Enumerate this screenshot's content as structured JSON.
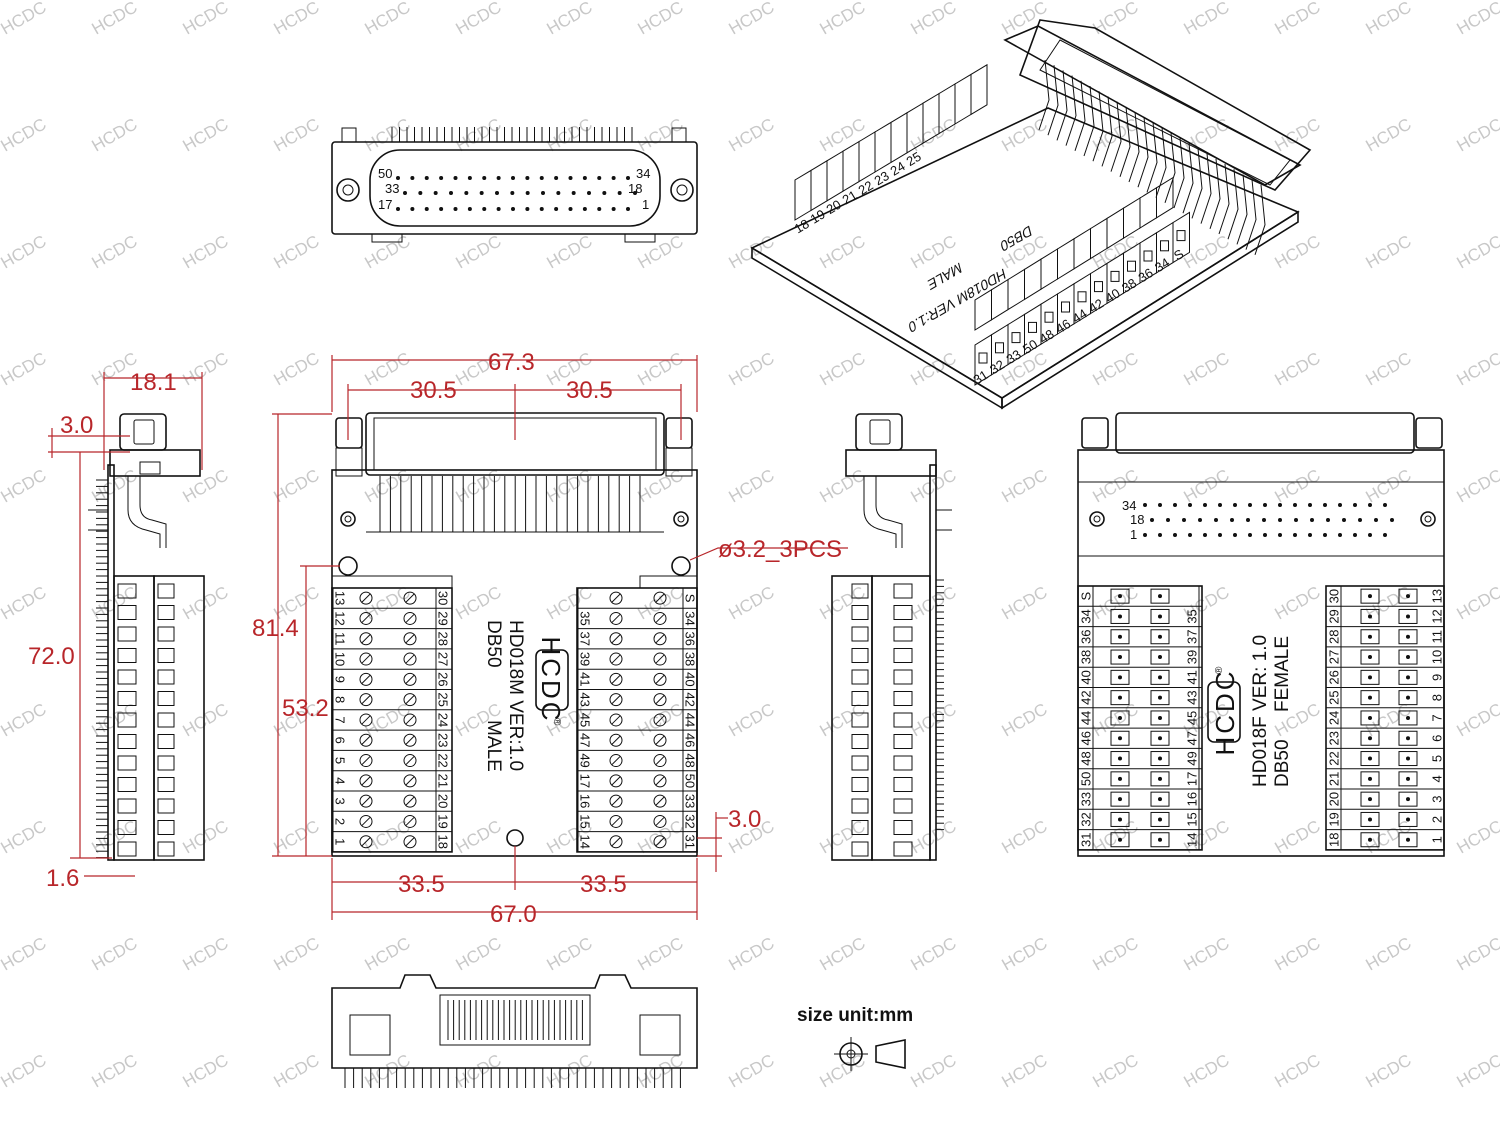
{
  "watermark": "HCDC",
  "colors": {
    "dimension": "#b8262a",
    "line": "#111111",
    "watermark": "#c8c8c8"
  },
  "legend": {
    "size_unit": "size unit:mm"
  },
  "connector_front": {
    "pins_top": [
      "50",
      "34",
      "33",
      "18",
      "17",
      "1"
    ]
  },
  "dimensions": {
    "side_width": "18.1",
    "side_offset": "3.0",
    "side_height": "72.0",
    "side_bottom": "1.6",
    "overall_width": "67.3",
    "half_a": "30.5",
    "half_b": "30.5",
    "overall_height": "81.4",
    "lower_height": "53.2",
    "hole": "ø3.2_3PCS",
    "edge_offset": "3.0",
    "bottom_a": "33.5",
    "bottom_b": "33.5",
    "bottom_width": "67.0"
  },
  "male_board": {
    "brand": "HCDC",
    "registered": "®",
    "model": "HD018M VER:1.0",
    "type": "DB50",
    "gender": "MALE",
    "left_terminals_col1": [
      "13",
      "12",
      "11",
      "10",
      "9",
      "8",
      "7",
      "6",
      "5",
      "4",
      "3",
      "2",
      "1"
    ],
    "left_terminals_col2": [
      "30",
      "29",
      "28",
      "27",
      "26",
      "25",
      "24",
      "23",
      "22",
      "21",
      "20",
      "19",
      "18"
    ],
    "right_terminals_col1": [
      "35",
      "37",
      "39",
      "41",
      "43",
      "45",
      "47",
      "49",
      "17",
      "16",
      "15",
      "14"
    ],
    "right_terminals_col2": [
      "S",
      "34",
      "36",
      "38",
      "40",
      "42",
      "44",
      "46",
      "48",
      "50",
      "33",
      "32",
      "31"
    ]
  },
  "female_board": {
    "brand": "HCDC",
    "registered": "®",
    "model": "HD018F VER: 1.0",
    "type": "DB50",
    "gender": "FEMALE",
    "header_pins": [
      "34",
      "18",
      "1"
    ],
    "left_terminals_col1": [
      "S",
      "34",
      "36",
      "38",
      "40",
      "42",
      "44",
      "46",
      "48",
      "50",
      "33",
      "32",
      "31"
    ],
    "left_terminals_col2": [
      "35",
      "37",
      "39",
      "41",
      "43",
      "45",
      "47",
      "49",
      "17",
      "16",
      "15",
      "14"
    ],
    "right_terminals_col1": [
      "30",
      "29",
      "28",
      "27",
      "26",
      "25",
      "24",
      "23",
      "22",
      "21",
      "20",
      "19",
      "18"
    ],
    "right_terminals_col2": [
      "13",
      "12",
      "11",
      "10",
      "9",
      "8",
      "7",
      "6",
      "5",
      "4",
      "3",
      "2",
      "1"
    ]
  },
  "iso_board": {
    "model": "HD018M VER:1.0",
    "gender": "MALE",
    "type": "DB50",
    "front_labels": [
      "31",
      "32",
      "33",
      "50",
      "48",
      "46",
      "44",
      "42",
      "40",
      "38",
      "36",
      "34",
      "S"
    ],
    "back_labels": [
      "18",
      "19",
      "20",
      "21",
      "22",
      "23",
      "24",
      "25"
    ]
  }
}
